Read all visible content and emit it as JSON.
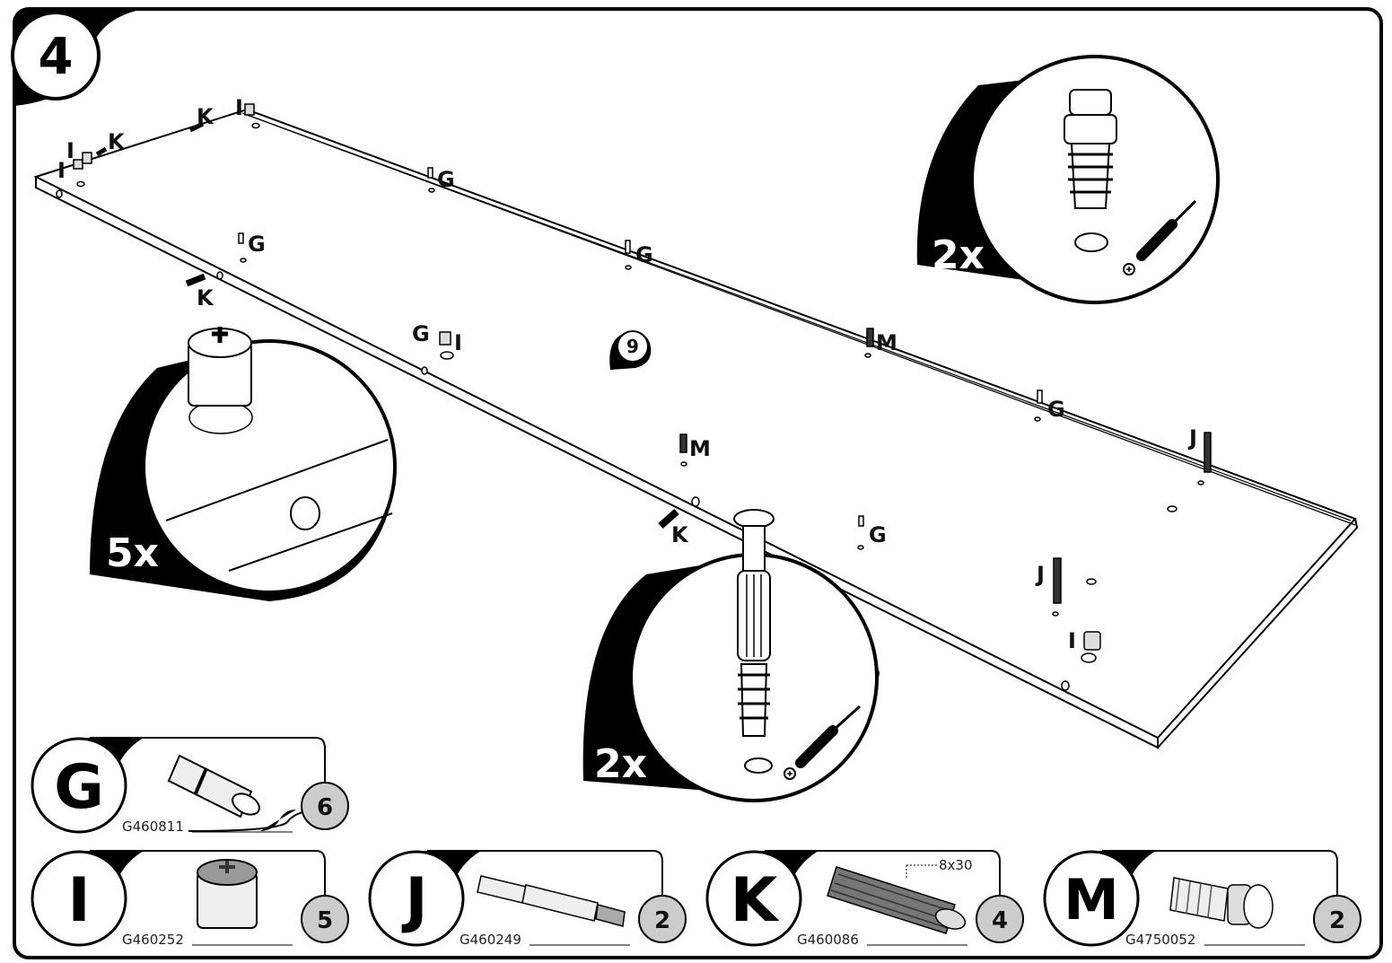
{
  "step": {
    "number": "4"
  },
  "board": {
    "panel_number": "9"
  },
  "hardware_labels": {
    "i1": "I",
    "i2": "I",
    "i3": "I",
    "i4": "I",
    "i5": "I",
    "k1": "K",
    "k2": "K",
    "k3": "K",
    "k4": "K",
    "g1": "G",
    "g2": "G",
    "g3": "G",
    "g4": "G",
    "g5": "G",
    "g6": "G",
    "m1": "M",
    "m2": "M",
    "j1": "J",
    "j2": "J"
  },
  "detail_callouts": {
    "cam_lock": {
      "count": "5x"
    },
    "screw_top": {
      "count": "2x"
    },
    "screw_bottom": {
      "count": "2x"
    }
  },
  "parts_legend": [
    {
      "letter": "G",
      "code": "G460811",
      "quantity": "6"
    },
    {
      "letter": "I",
      "code": "G460252",
      "quantity": "5"
    },
    {
      "letter": "J",
      "code": "G460249",
      "quantity": "2"
    },
    {
      "letter": "K",
      "code": "G460086",
      "quantity": "4",
      "dimension": "8x30"
    },
    {
      "letter": "M",
      "code": "G4750052",
      "quantity": "2"
    }
  ]
}
